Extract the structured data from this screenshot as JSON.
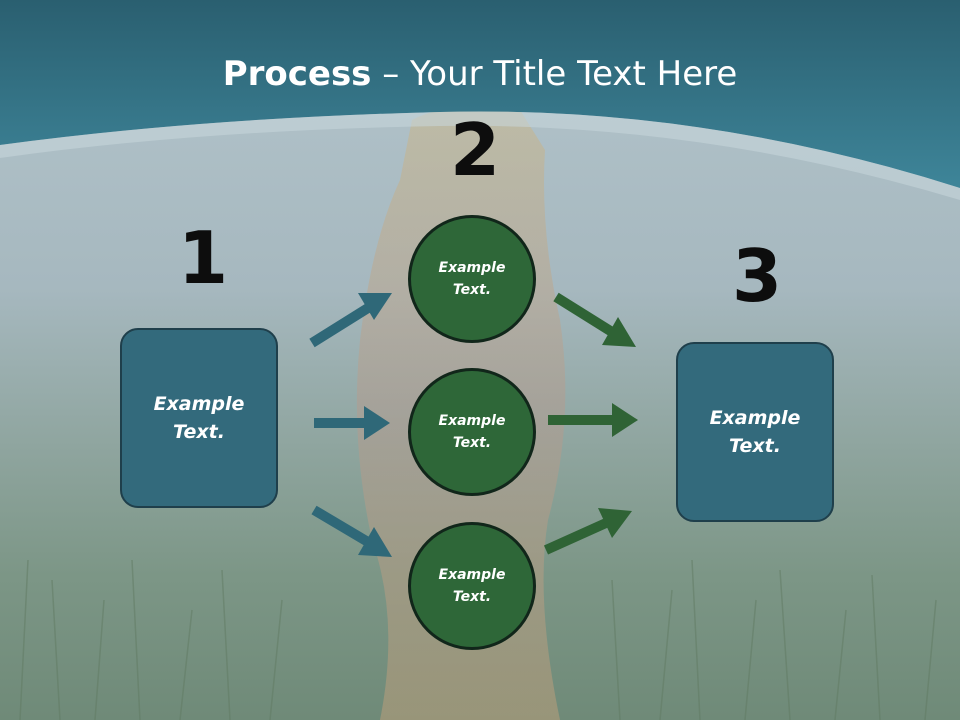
{
  "title": {
    "bold": "Process",
    "rest": " – Your Title Text Here"
  },
  "steps": {
    "one": "1",
    "two": "2",
    "three": "3"
  },
  "left_box": {
    "line1": "Example",
    "line2": "Text."
  },
  "right_box": {
    "line1": "Example",
    "line2": "Text."
  },
  "circles": [
    {
      "line1": "Example",
      "line2": "Text."
    },
    {
      "line1": "Example",
      "line2": "Text."
    },
    {
      "line1": "Example",
      "line2": "Text."
    }
  ],
  "colors": {
    "box": "#336a7c",
    "circle": "#2e6738",
    "arrow_blue": "#2f6878",
    "arrow_green": "#2f6335",
    "header": "#2f6f80"
  }
}
